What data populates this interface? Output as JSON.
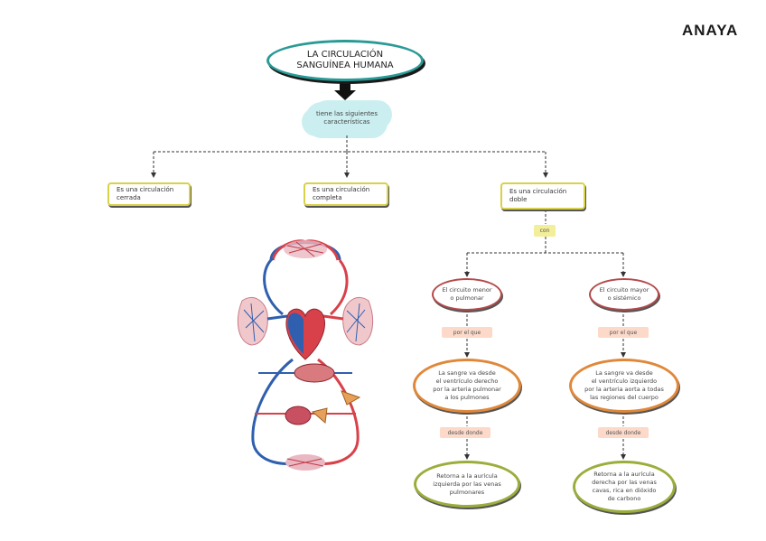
{
  "brand": {
    "logo": "ANAYA"
  },
  "title": "LA CIRCULACIÓN\nSANGUÍNEA HUMANA",
  "cloud": "tiene las siguientes\ncaracterísticas",
  "characteristics": [
    "Es una circulación\ncerrada",
    "Es una circulación\ncompleta",
    "Es una circulación\ndoble"
  ],
  "connector": "con",
  "branches": {
    "left": {
      "circuit": "El circuito menor\no pulmonar",
      "label1": "por el que",
      "process": "La sangre va desde\nel ventrículo derecho\npor la arteria pulmonar\na los pulmones",
      "label2": "desde donde",
      "result": "Retorna a la aurícula\nizquierda por las venas\npulmonares"
    },
    "right": {
      "circuit": "El circuito mayor\no sistémico",
      "label1": "por el que",
      "process": "La sangre va desde\nel ventrículo izquierdo\npor la arteria aorta a todas\nlas regiones del cuerpo",
      "label2": "desde donde",
      "result": "Retorna a la aurícula\nderecha por las venas\ncavas, rica en dióxido\nde carbono"
    },
    "colors": {
      "artery": "#d8414a",
      "vein": "#2f5fae",
      "teal": "#2a9a96"
    }
  }
}
